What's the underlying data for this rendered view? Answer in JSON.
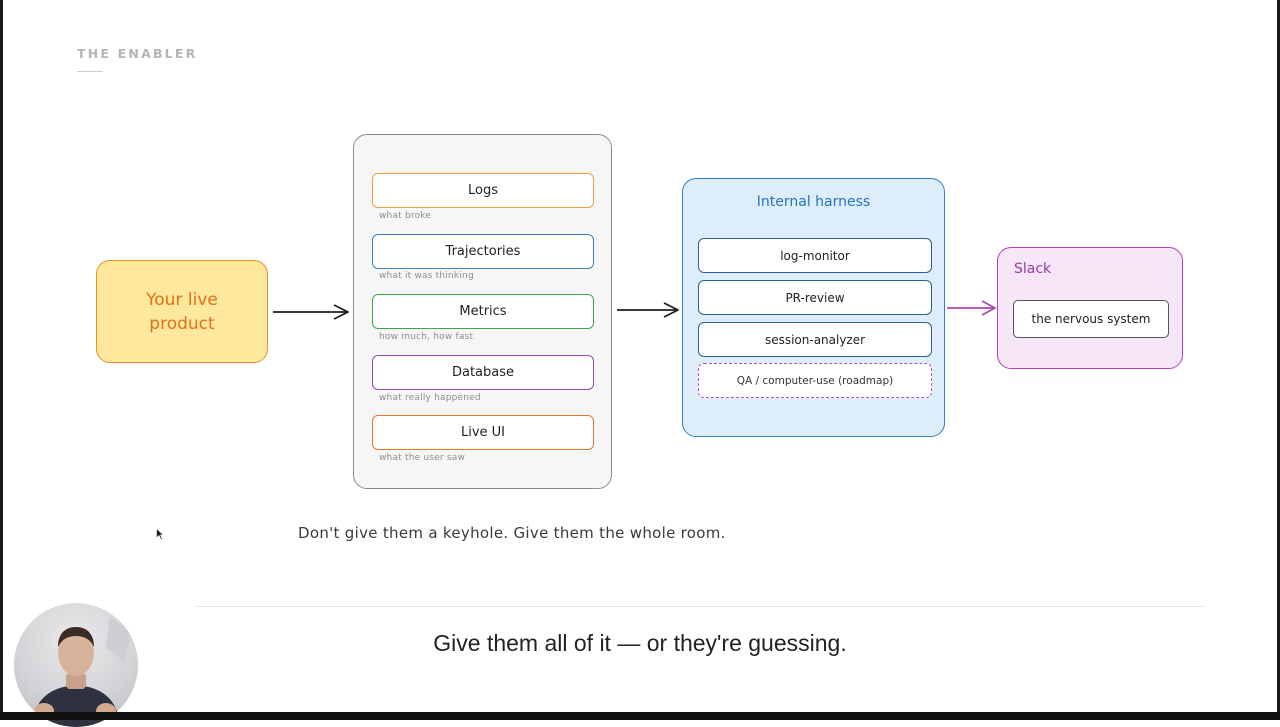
{
  "slide": {
    "eyebrow": "THE ENABLER",
    "tagline": "Don't give them a keyhole. Give them the whole room.",
    "caption": "Give them all of it — or they're guessing."
  },
  "diagram": {
    "product": {
      "label": "Your live product",
      "color": "#ef8c2b",
      "fill": "#fde89c"
    },
    "sources": [
      {
        "label": "Logs",
        "note": "what broke",
        "color": "#f0a040"
      },
      {
        "label": "Trajectories",
        "note": "what it was thinking",
        "color": "#3b7fc7"
      },
      {
        "label": "Metrics",
        "note": "how much, how fast",
        "color": "#3aa84a"
      },
      {
        "label": "Database",
        "note": "what really happened",
        "color": "#9a45b0"
      },
      {
        "label": "Live UI",
        "note": "what the user saw",
        "color": "#e8752a"
      }
    ],
    "harness": {
      "title": "Internal harness",
      "items": [
        "log-monitor",
        "PR-review",
        "session-analyzer"
      ],
      "roadmap_item": "QA / computer-use (roadmap)",
      "color": "#2f7fc9"
    },
    "slack": {
      "title": "Slack",
      "item": "the nervous system",
      "color": "#a847b1"
    }
  },
  "icons": {
    "cursor": "mouse-pointer-icon",
    "arrow": "arrow-right-icon",
    "avatar": "presenter-avatar"
  }
}
